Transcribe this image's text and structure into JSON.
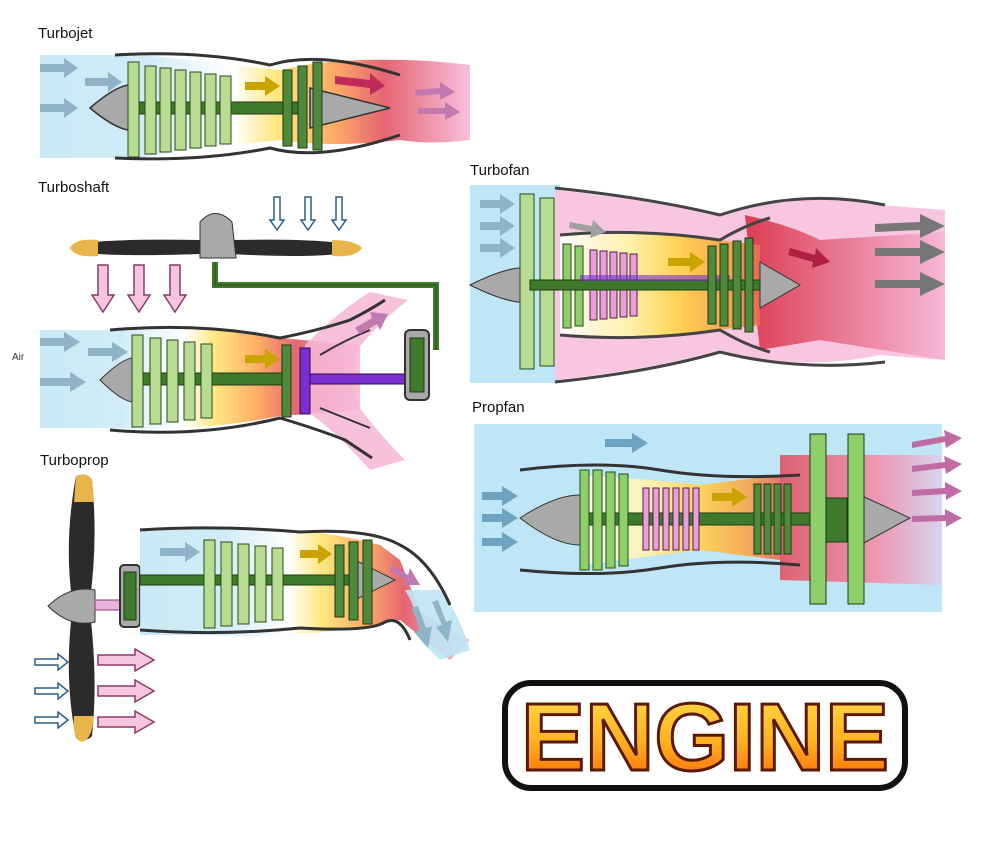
{
  "labels": {
    "turbojet": "Turbojet",
    "turboshaft": "Turboshaft",
    "turboprop": "Turboprop",
    "turbofan": "Turbofan",
    "propfan": "Propfan",
    "air": "Air"
  },
  "title": "ENGINE",
  "colors": {
    "intake_blue": "#bfe6f6",
    "exhaust_pink": "#f6b6d6",
    "exhaust_red": "#e04a5a",
    "compressor_green": "#4f8a3c",
    "compressor_light": "#b9dc93",
    "shaft_green": "#3f7a2c",
    "combustion_yellow": "#ffe36a",
    "spinner_gray": "#a9a9a9",
    "bypass_pink": "#f8c6e0",
    "propfan_blue": "#bfe6f6",
    "propeller_black": "#2b2b2b",
    "propeller_tip": "#e8b54a",
    "gear_purple": "#7b2fd0",
    "title_orange": "#ff7a00",
    "title_yellow": "#ffe24a"
  }
}
